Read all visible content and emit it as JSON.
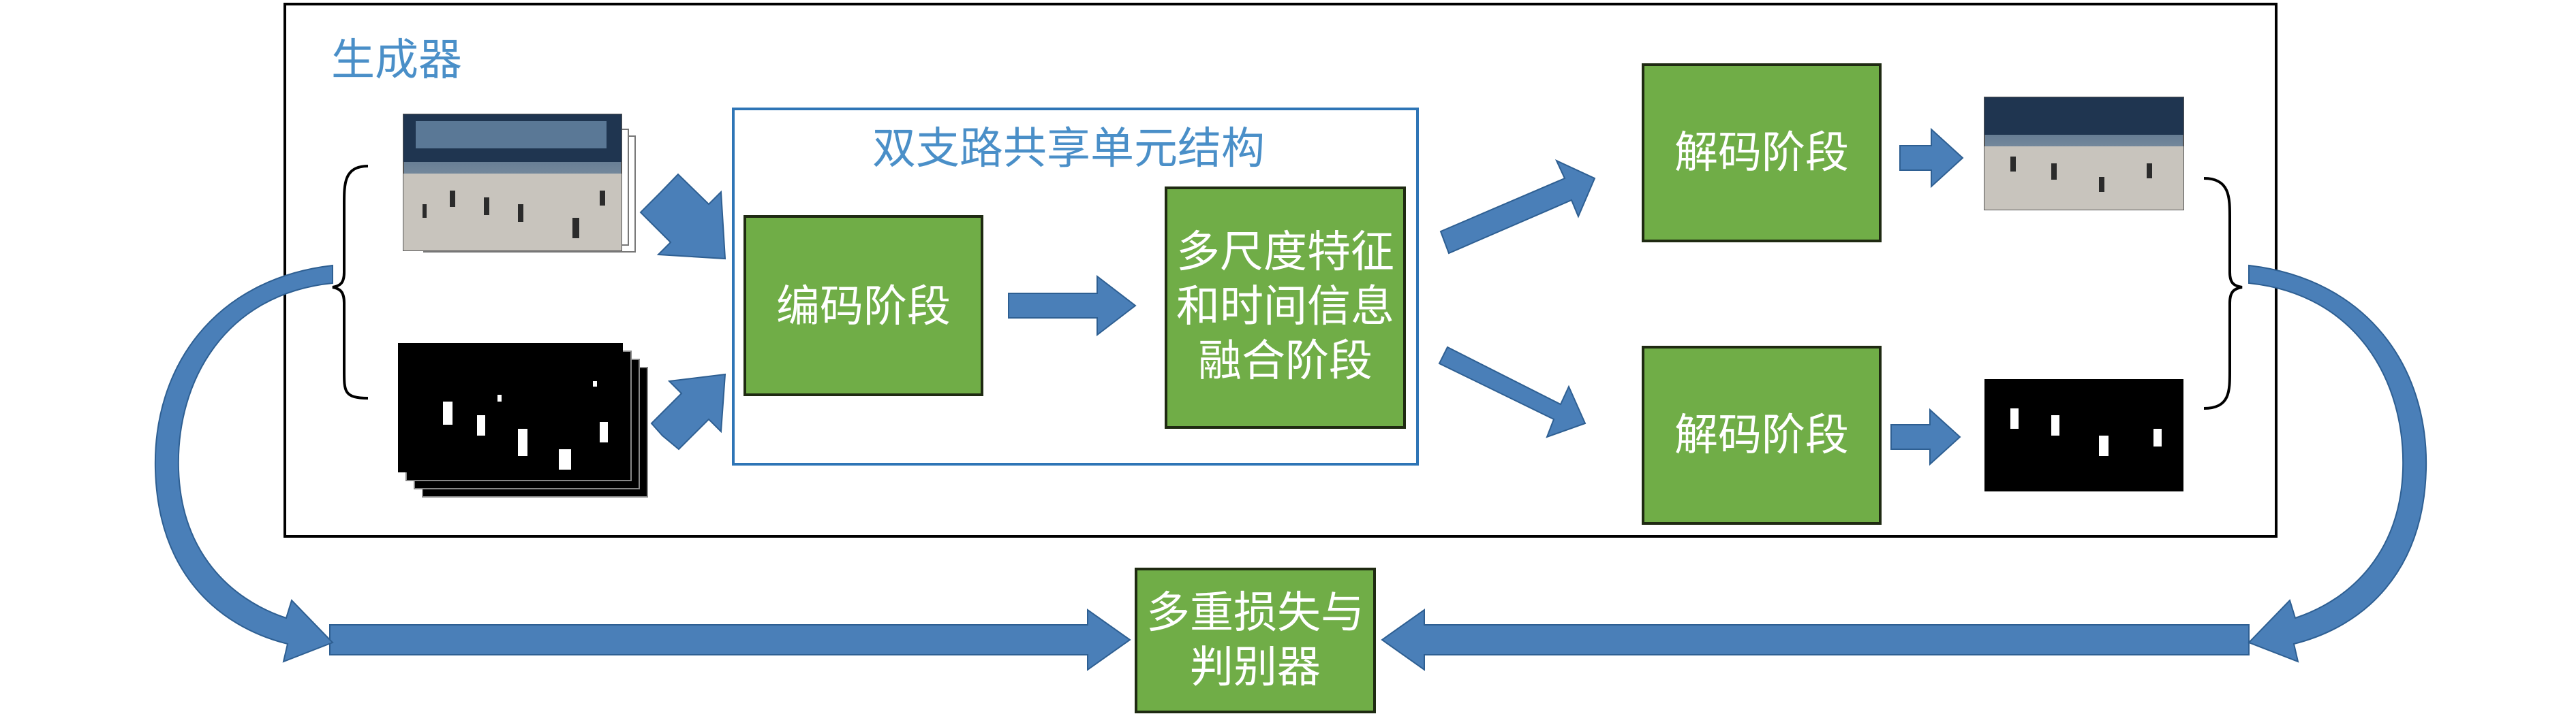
{
  "generator_label": "生成器",
  "shared_unit_title": "双支路共享单元结构",
  "encoder_label": "编码阶段",
  "fusion_label": [
    "多尺度特征",
    "和时间信息",
    "融合阶段"
  ],
  "decoder_top_label": "解码阶段",
  "decoder_bottom_label": "解码阶段",
  "loss_label": [
    "多重损失与",
    "判别器"
  ],
  "colors": {
    "box_green": "#70ad47",
    "arrow_blue": "#4a7fb8",
    "title_blue": "#4a8fc8",
    "frame_black": "#000000"
  }
}
